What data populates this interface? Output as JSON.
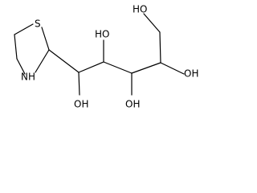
{
  "atoms": {
    "sulfur": "S",
    "nitrogen_hydrogen": "NH",
    "hydroxyl_1": "OH",
    "hydroxyl_2": "HO",
    "hydroxyl_3": "OH",
    "hydroxyl_4": "OH",
    "hydroxyl_5": "HO"
  }
}
